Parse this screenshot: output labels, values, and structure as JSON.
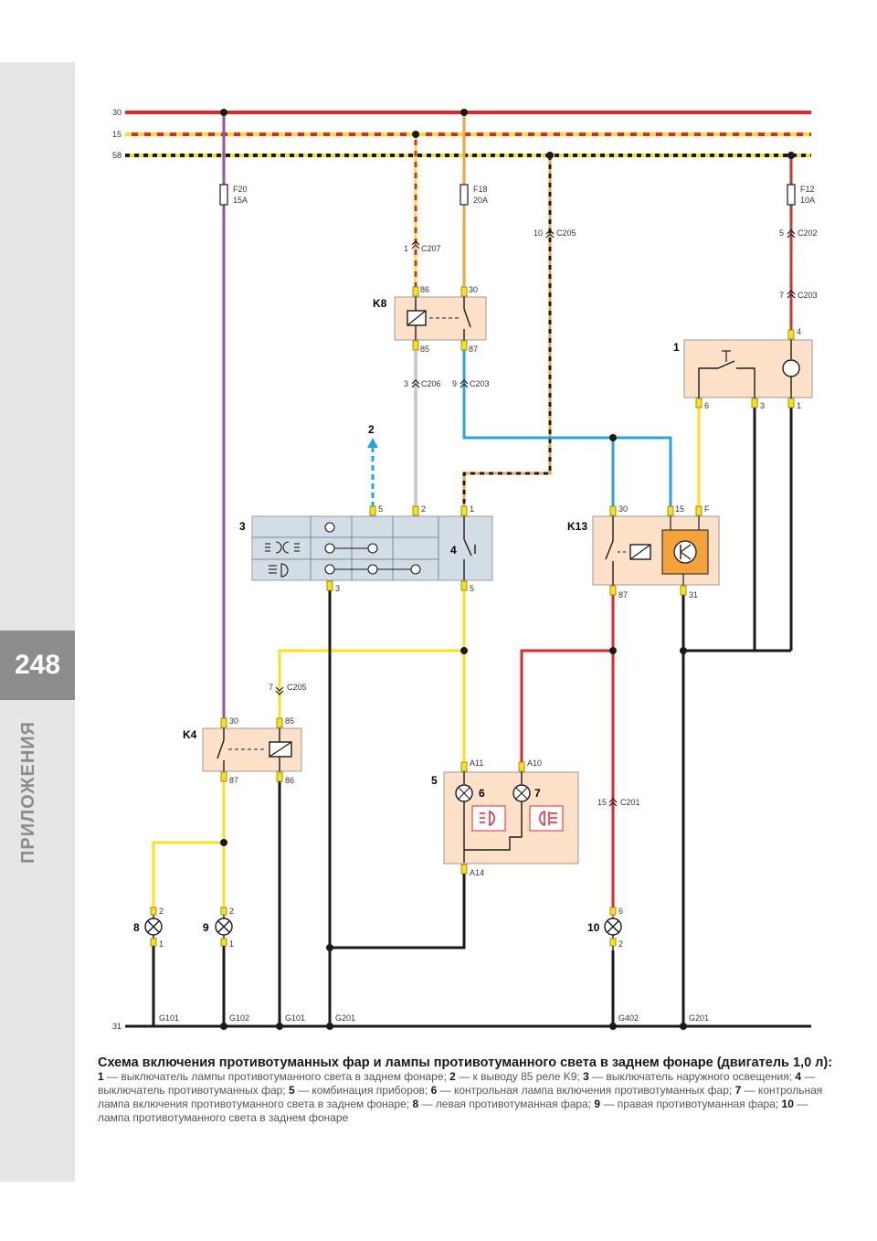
{
  "page": {
    "number": "248",
    "section": "ПРИЛОЖЕНИЯ"
  },
  "buses": {
    "b30": "30",
    "b15": "15",
    "b58": "58",
    "b31": "31"
  },
  "fuses": {
    "f20": {
      "name": "F20",
      "rating": "15A"
    },
    "f18": {
      "name": "F18",
      "rating": "20A"
    },
    "f12": {
      "name": "F12",
      "rating": "10A"
    }
  },
  "connectors": {
    "c207": {
      "pin": "1",
      "name": "C207"
    },
    "c205a": {
      "pin": "10",
      "name": "C205"
    },
    "c202": {
      "pin": "5",
      "name": "C202"
    },
    "c203a": {
      "pin": "7",
      "name": "C203"
    },
    "c206": {
      "pin": "3",
      "name": "C206"
    },
    "c203b": {
      "pin": "9",
      "name": "C203"
    },
    "c205b": {
      "pin": "7",
      "name": "C205"
    },
    "c201": {
      "pin": "15",
      "name": "C201"
    }
  },
  "components": {
    "k8": {
      "label": "K8",
      "pins": [
        "86",
        "30",
        "85",
        "87"
      ]
    },
    "sw1": {
      "label": "1",
      "pins": [
        "4",
        "6",
        "3",
        "1"
      ]
    },
    "arrow2": {
      "label": "2"
    },
    "sw3": {
      "label": "3",
      "pins": [
        "5",
        "2",
        "1",
        "3",
        "5"
      ],
      "label4": "4"
    },
    "k13": {
      "label": "K13",
      "pins": [
        "30",
        "15",
        "F",
        "87",
        "31"
      ]
    },
    "k4": {
      "label": "K4",
      "pins": [
        "30",
        "85",
        "87",
        "86"
      ]
    },
    "cluster5": {
      "label": "5",
      "pins": [
        "A11",
        "A10",
        "A14"
      ],
      "lamp6": "6",
      "lamp7": "7"
    },
    "lamp8": {
      "label": "8",
      "pins": [
        "2",
        "1"
      ]
    },
    "lamp9": {
      "label": "9",
      "pins": [
        "2",
        "1"
      ]
    },
    "lamp10": {
      "label": "10",
      "pins": [
        "6",
        "2"
      ]
    }
  },
  "grounds": [
    "G101",
    "G102",
    "G101",
    "G201",
    "G402",
    "G201"
  ],
  "caption": {
    "title": "Схема включения противотуманных фар и лампы противотуманного света в заднем фонаре (двигатель 1,0 л):",
    "items": [
      {
        "n": "1",
        "t": "выключатель лампы противотуманного света в заднем фонаре;"
      },
      {
        "n": "2",
        "t": "к выводу 85 реле K9;"
      },
      {
        "n": "3",
        "t": "выключатель наружного освещения;"
      },
      {
        "n": "4",
        "t": "выключатель противотуманных фар;"
      },
      {
        "n": "5",
        "t": "комбинация приборов;"
      },
      {
        "n": "6",
        "t": "контрольная лампа включения противотуманных фар;"
      },
      {
        "n": "7",
        "t": "контрольная лампа включения противотуманного света в заднем фонаре;"
      },
      {
        "n": "8",
        "t": "левая противотуманная фара;"
      },
      {
        "n": "9",
        "t": "правая противотуманная фара;"
      },
      {
        "n": "10",
        "t": "лампа противотуманного света в заднем фонаре"
      }
    ]
  },
  "colors": {
    "red": "#e3262b",
    "yellow": "#fbe01b",
    "orange": "#f3a23c",
    "violet": "#9a4db5",
    "blue": "#2aa3dc",
    "black": "#1a1a1a",
    "grey": "#9a9a9a",
    "brown": "#a0522d",
    "box": "#fde0c8",
    "sw3box": "#d3dde6"
  }
}
